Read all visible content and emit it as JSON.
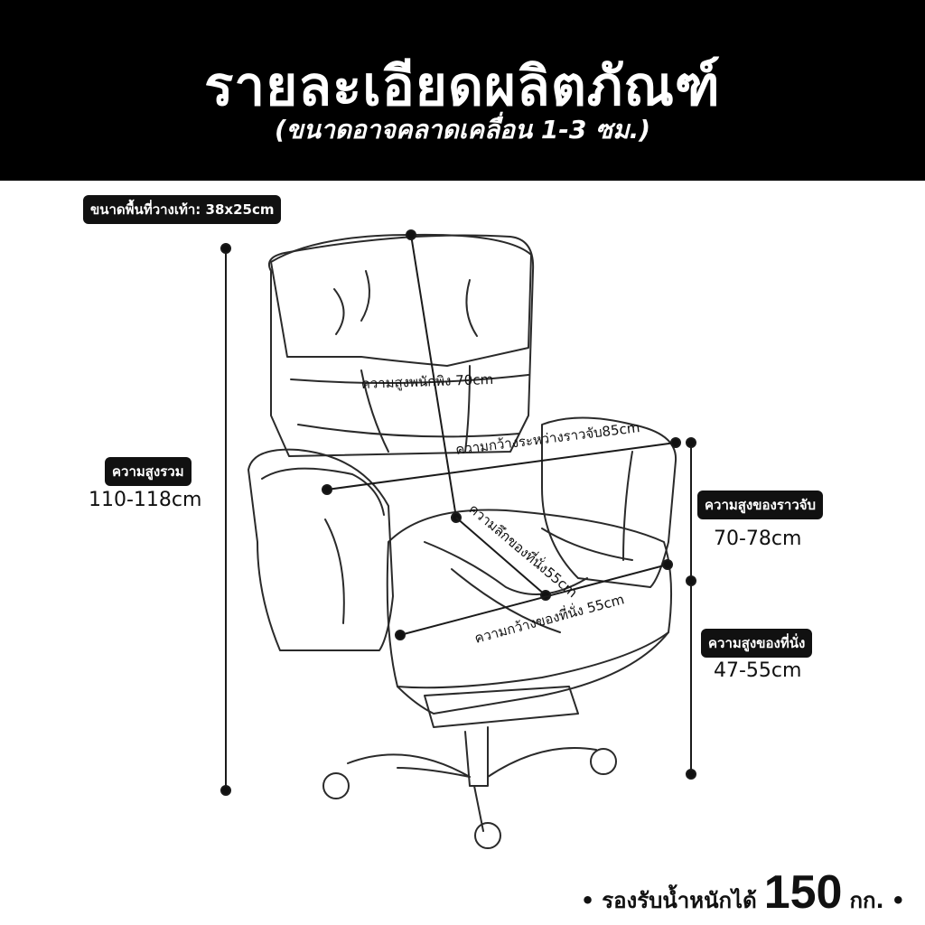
{
  "header": {
    "title": "รายละเอียดผลิตภัณฑ์",
    "subtitle": "(ขนาดอาจคลาดเคลื่อน 1-3 ซม.)"
  },
  "labels": {
    "footrest": "ขนาดพื้นที่วางเท้า: 38x25cm",
    "total_height_title": "ความสูงรวม",
    "total_height_value": "110-118cm",
    "armrest_height_title": "ความสูงของราวจับ",
    "armrest_height_value": "70-78cm",
    "seat_height_title": "ความสูงของที่นั่ง",
    "seat_height_value": "47-55cm",
    "backrest_height": "ความสูงพนักพิง 70cm",
    "armrest_width": "ความกว้างระหว่างราวจับ85cm",
    "seat_depth": "ความลึกของที่นั่ง55cm",
    "seat_width": "ความกว้างของที่นั่ง 55cm"
  },
  "footer": {
    "prefix": "รองรับน้ำหนักได้",
    "number": "150",
    "unit": "กก."
  },
  "colors": {
    "header_bg": "#000000",
    "line": "#2a2a2a",
    "pill_bg": "#111111"
  }
}
